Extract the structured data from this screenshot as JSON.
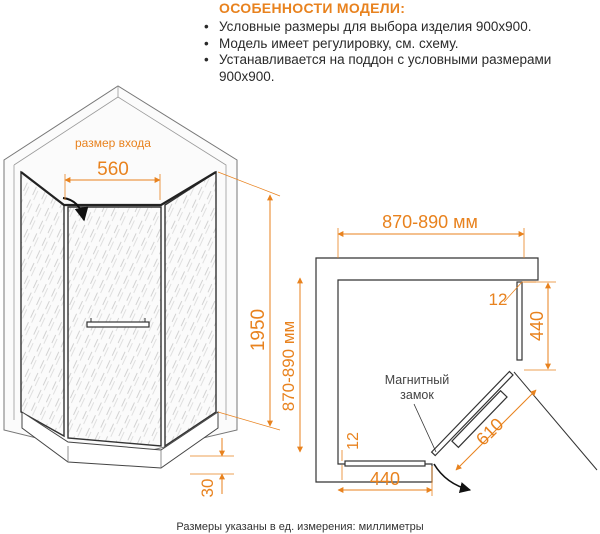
{
  "features": {
    "title": "ОСОБЕННОСТИ МОДЕЛИ:",
    "items": [
      "Условные размеры для выбора изделия 900х900.",
      "Модель имеет регулировку, см. схему.",
      "Устанавливается на поддон с условными размерами 900х900."
    ]
  },
  "front_view": {
    "entrance_label": "размер входа",
    "entrance_width": "560",
    "height": "1950",
    "depth_range": "870-890 мм",
    "tray_height": "30"
  },
  "plan_view": {
    "width_range": "870-890 мм",
    "gap_top": "12",
    "side_top": "440",
    "gap_left": "12",
    "side_bottom": "440",
    "door": "610",
    "lock_label_line1": "Магнитный",
    "lock_label_line2": "замок"
  },
  "footer": "Размеры указаны в ед. измерения: миллиметры",
  "colors": {
    "dimension": "#e8821e",
    "line": "#2a2a2a"
  }
}
